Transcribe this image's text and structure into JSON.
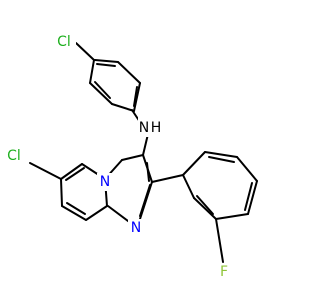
{
  "colors": {
    "background": "#ffffff",
    "bond": "#000000",
    "Cl": "#1fb01f",
    "N": "#0000ff",
    "F": "#8fc43a",
    "NH": "#000000"
  },
  "atom_labels": {
    "cl_top": "Cl",
    "nh": "N",
    "h": "H",
    "cl_left": "Cl",
    "n_bridge": "N",
    "n_ring": "N",
    "f": "F"
  }
}
